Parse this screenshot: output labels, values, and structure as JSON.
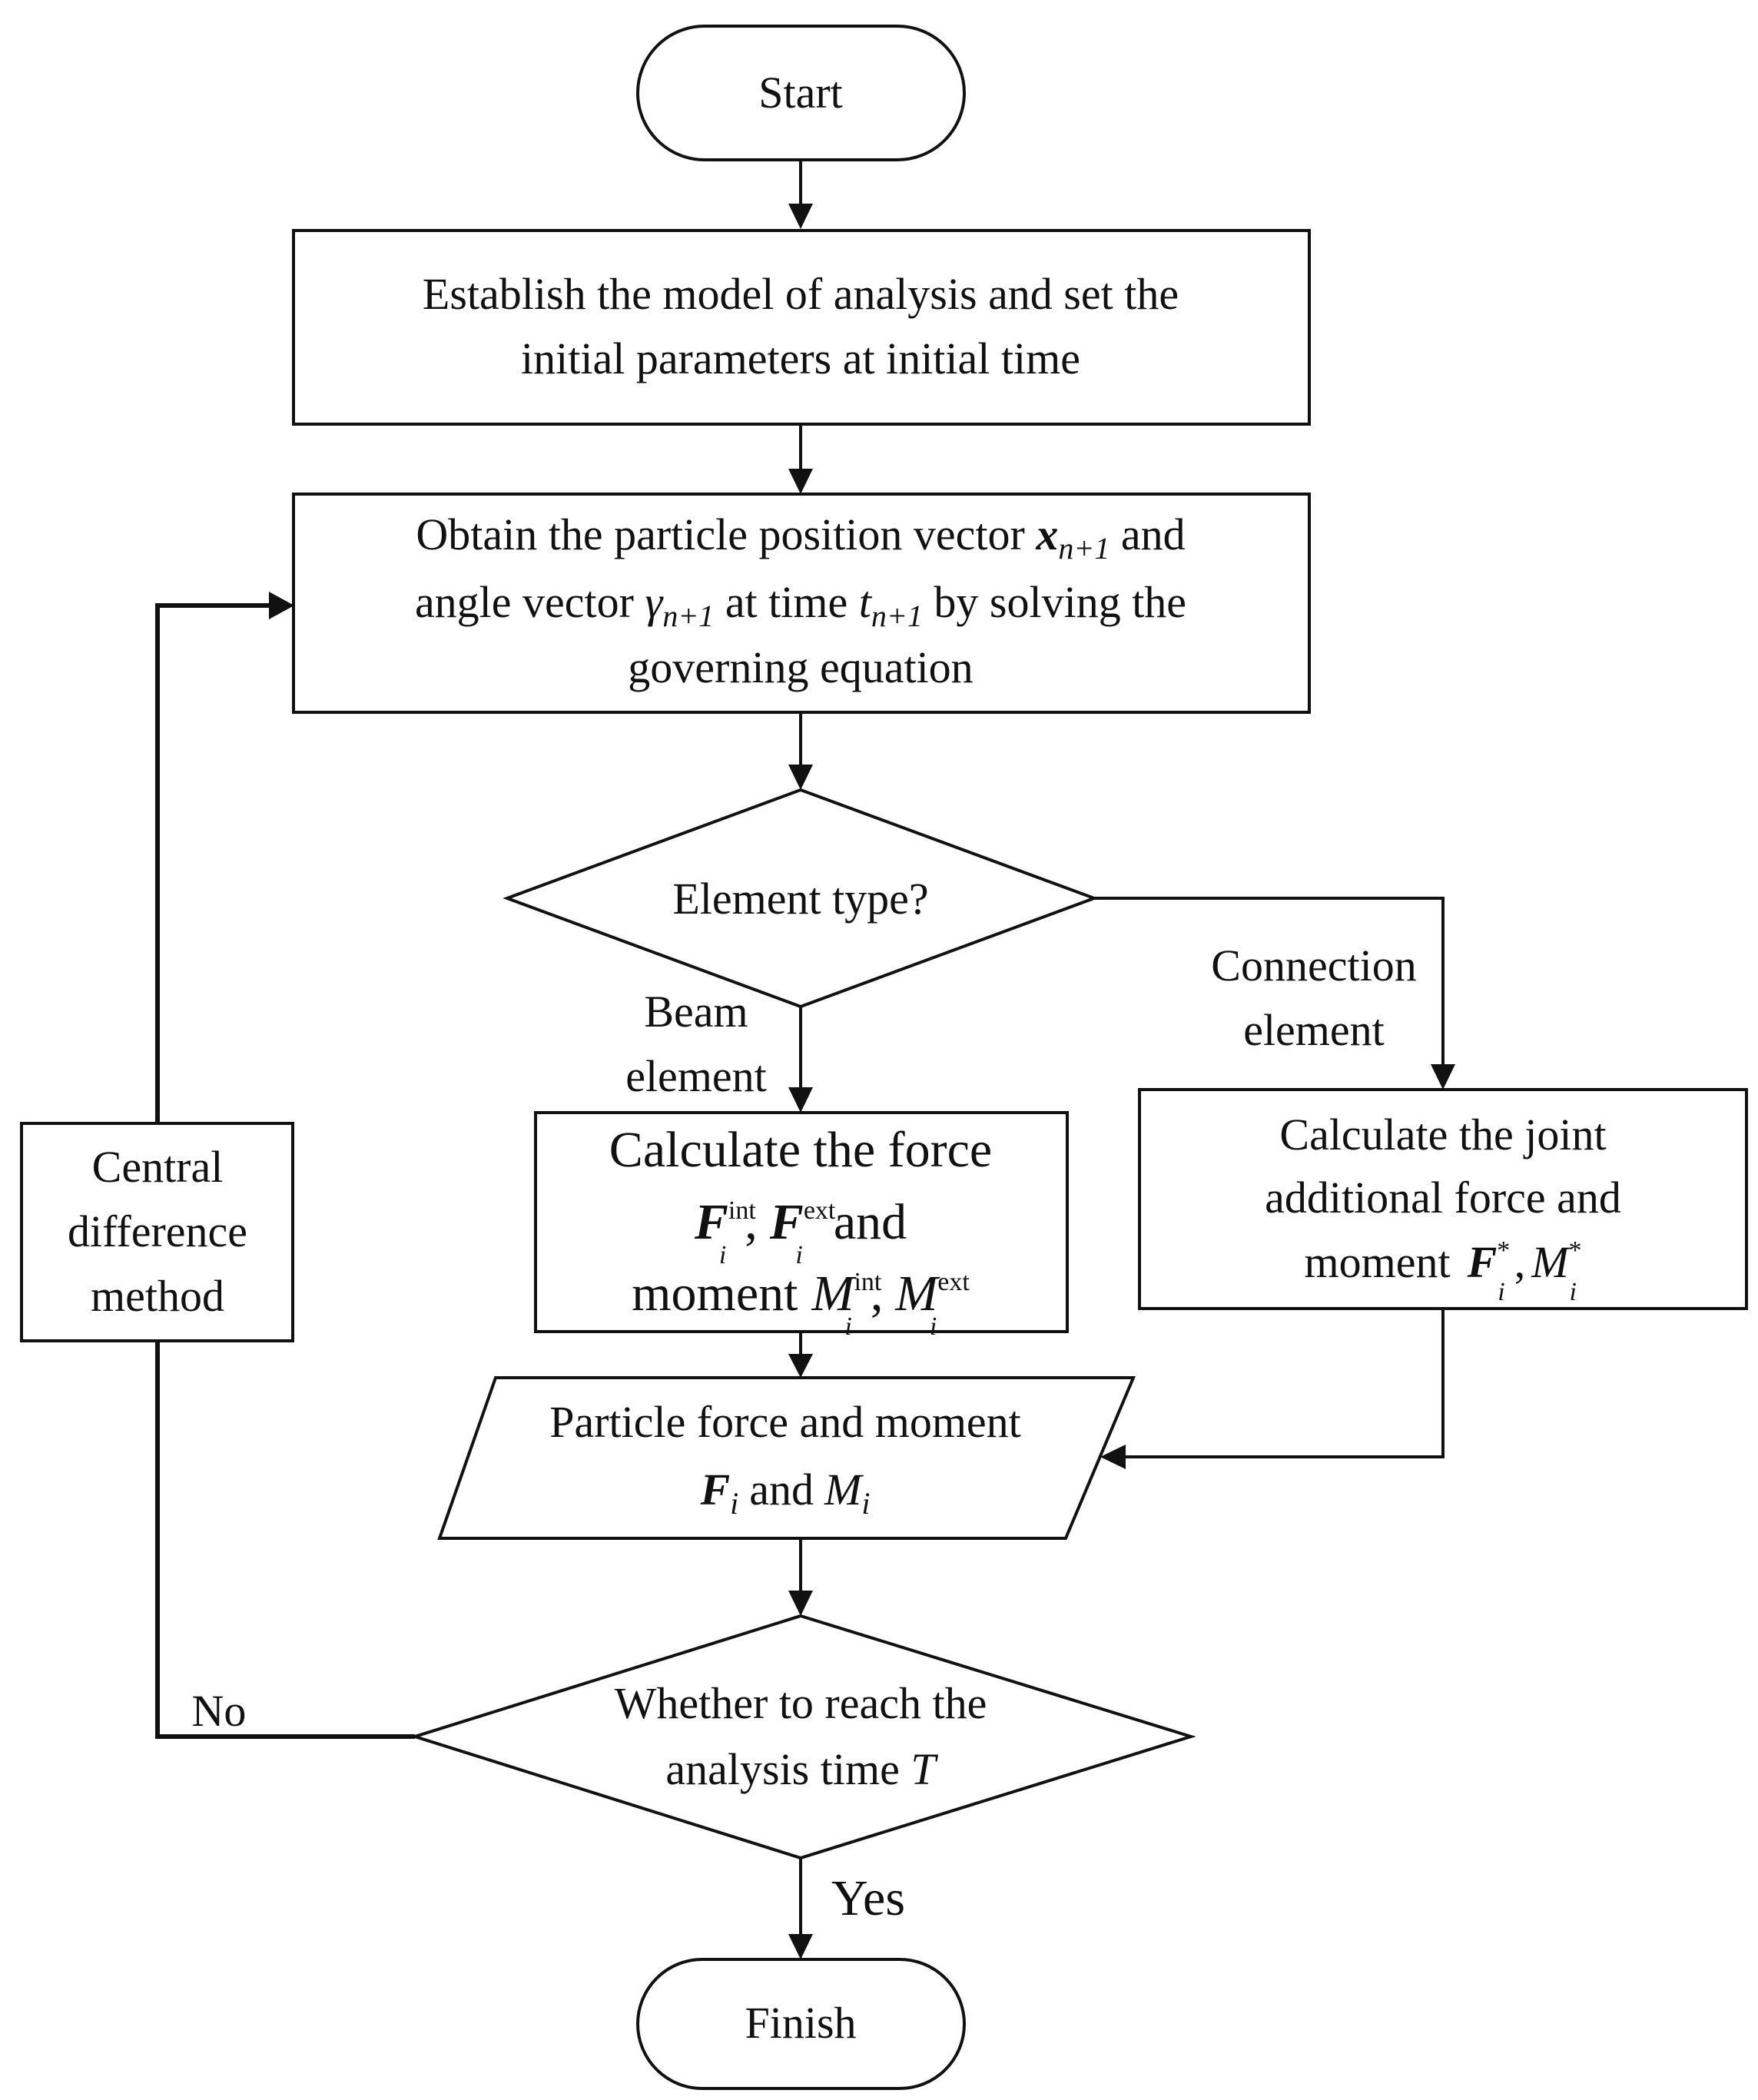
{
  "nodes": {
    "start": {
      "label": "Start"
    },
    "establish": {
      "line1": "Establish the model of analysis and set the",
      "line2": "initial parameters at initial time"
    },
    "obtain": {
      "line1_a": "Obtain the particle position vector ",
      "x_sym": "x",
      "x_sub": "n+1",
      "line1_b": " and",
      "line2_a": "angle vector ",
      "gamma_sym": "γ",
      "gamma_sub": "n+1",
      "line2_b": " at time ",
      "t_sym": "t",
      "t_sub": "n+1",
      "line2_c": " by solving the",
      "line3": "governing equation"
    },
    "element_type": {
      "label": "Element type?"
    },
    "beam_calc": {
      "line1": "Calculate the force",
      "F": "F",
      "sub_i": "i",
      "sup_int": "int",
      "sup_ext": "ext",
      "and": "and",
      "moment": "moment",
      "M": "M",
      "comma": ","
    },
    "joint_calc": {
      "line1": "Calculate the  joint",
      "line2": "additional force and",
      "line3": "moment",
      "F": "F",
      "M": "M",
      "sub_i": "i",
      "sup_star": "*",
      "comma": ","
    },
    "particle": {
      "line1": "Particle force and moment",
      "F": "F",
      "M": "M",
      "sub_i": "i",
      "and": "and"
    },
    "reach": {
      "line1": "Whether to reach the",
      "line2": "analysis time ",
      "T": "T"
    },
    "central": {
      "line1": "Central",
      "line2": "difference",
      "line3": "method"
    },
    "finish": {
      "label": "Finish"
    }
  },
  "edge_labels": {
    "beam": {
      "line1": "Beam",
      "line2": "element"
    },
    "connection": {
      "line1": "Connection",
      "line2": "element"
    },
    "no": "No",
    "yes": "Yes"
  }
}
